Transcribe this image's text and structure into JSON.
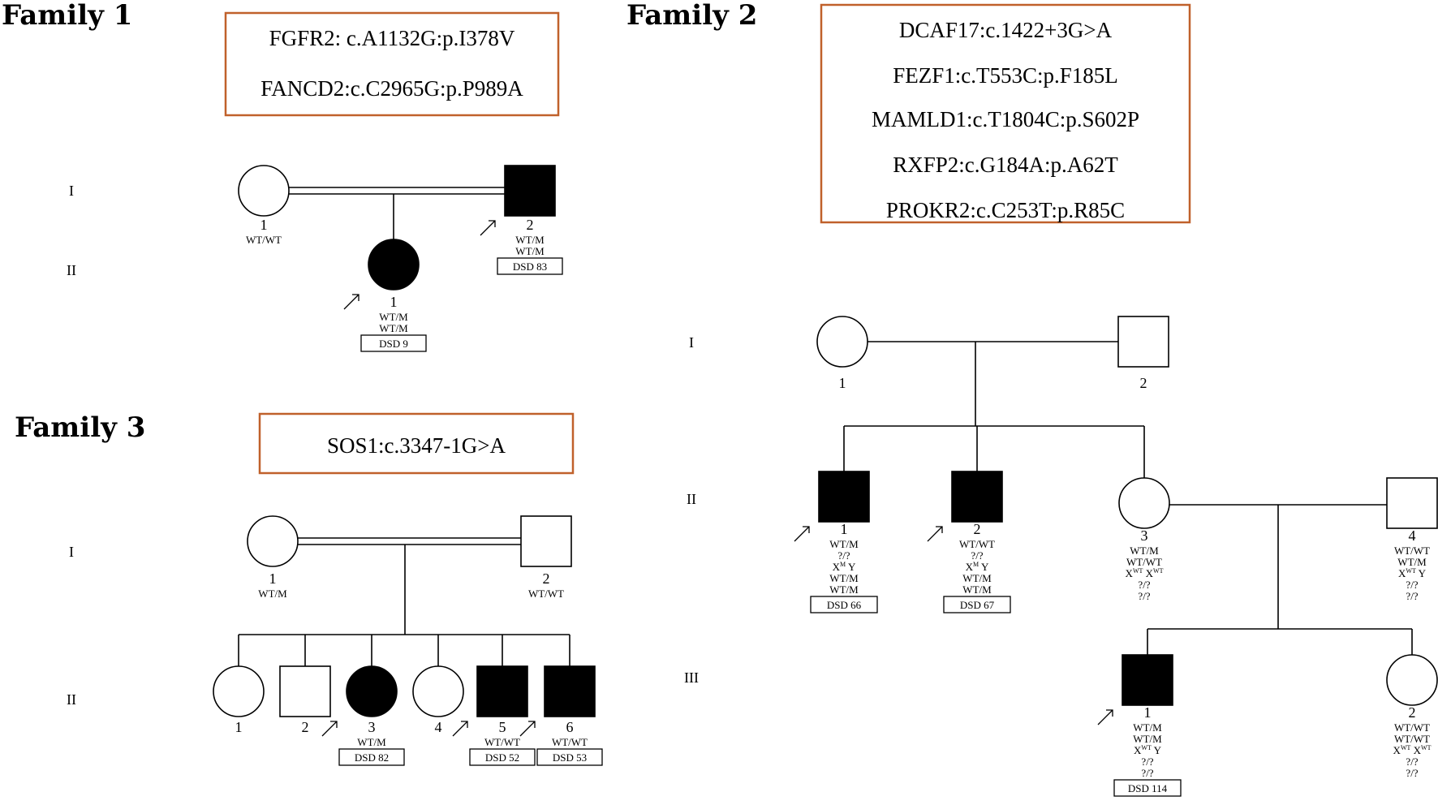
{
  "families": [
    {
      "id": "family-1",
      "title": "Family 1",
      "variants": [
        "FGFR2: c.A1132G:p.I378V",
        "FANCD2:c.C2965G:p.P989A"
      ],
      "generations": [
        "I",
        "II"
      ],
      "individuals": [
        {
          "id": "f1-I-1",
          "number": "1",
          "genotype": [
            "WT/WT"
          ],
          "dsd": ""
        },
        {
          "id": "f1-I-2",
          "number": "2",
          "genotype": [
            "WT/M",
            "WT/M"
          ],
          "dsd": "DSD 83"
        },
        {
          "id": "f1-II-1",
          "number": "1",
          "genotype": [
            "WT/M",
            "WT/M"
          ],
          "dsd": "DSD 9"
        }
      ]
    },
    {
      "id": "family-2",
      "title": "Family 2",
      "variants": [
        "DCAF17:c.1422+3G>A",
        "FEZF1:c.T553C:p.F185L",
        "MAMLD1:c.T1804C:p.S602P",
        "RXFP2:c.G184A:p.A62T",
        "PROKR2:c.C253T:p.R85C"
      ],
      "generations": [
        "I",
        "II",
        "III"
      ],
      "individuals": [
        {
          "id": "f2-I-1",
          "number": "1",
          "genotype": [],
          "dsd": ""
        },
        {
          "id": "f2-I-2",
          "number": "2",
          "genotype": [],
          "dsd": ""
        },
        {
          "id": "f2-II-1",
          "number": "1",
          "genotype": [
            "WT/M",
            "?/?",
            "X^M Y",
            "WT/M",
            "WT/M"
          ],
          "dsd": "DSD 66"
        },
        {
          "id": "f2-II-2",
          "number": "2",
          "genotype": [
            "WT/WT",
            "?/?",
            "X^M Y",
            "WT/M",
            "WT/M"
          ],
          "dsd": "DSD 67"
        },
        {
          "id": "f2-II-3",
          "number": "3",
          "genotype": [
            "WT/M",
            "WT/WT",
            "X^WT X^WT",
            "?/?",
            "?/?"
          ],
          "dsd": ""
        },
        {
          "id": "f2-II-4",
          "number": "4",
          "genotype": [
            "WT/WT",
            "WT/M",
            "X^WT Y",
            "?/?",
            "?/?"
          ],
          "dsd": ""
        },
        {
          "id": "f2-III-1",
          "number": "1",
          "genotype": [
            "WT/M",
            "WT/M",
            "X^WT Y",
            "?/?",
            "?/?"
          ],
          "dsd": "DSD 114"
        },
        {
          "id": "f2-III-2",
          "number": "2",
          "genotype": [
            "WT/WT",
            "WT/WT",
            "X^WT X^WT",
            "?/?",
            "?/?"
          ],
          "dsd": ""
        }
      ]
    },
    {
      "id": "family-3",
      "title": "Family 3",
      "variants": [
        "SOS1:c.3347-1G>A"
      ],
      "generations": [
        "I",
        "II"
      ],
      "individuals": [
        {
          "id": "f3-I-1",
          "number": "1",
          "genotype": [
            "WT/M"
          ],
          "dsd": ""
        },
        {
          "id": "f3-I-2",
          "number": "2",
          "genotype": [
            "WT/WT"
          ],
          "dsd": ""
        },
        {
          "id": "f3-II-1",
          "number": "1",
          "genotype": [],
          "dsd": ""
        },
        {
          "id": "f3-II-2",
          "number": "2",
          "genotype": [],
          "dsd": ""
        },
        {
          "id": "f3-II-3",
          "number": "3",
          "genotype": [
            "WT/M"
          ],
          "dsd": "DSD 82"
        },
        {
          "id": "f3-II-4",
          "number": "4",
          "genotype": [],
          "dsd": ""
        },
        {
          "id": "f3-II-5",
          "number": "5",
          "genotype": [
            "WT/WT"
          ],
          "dsd": "DSD 52"
        },
        {
          "id": "f3-II-6",
          "number": "6",
          "genotype": [
            "WT/WT"
          ],
          "dsd": "DSD 53"
        }
      ]
    }
  ]
}
